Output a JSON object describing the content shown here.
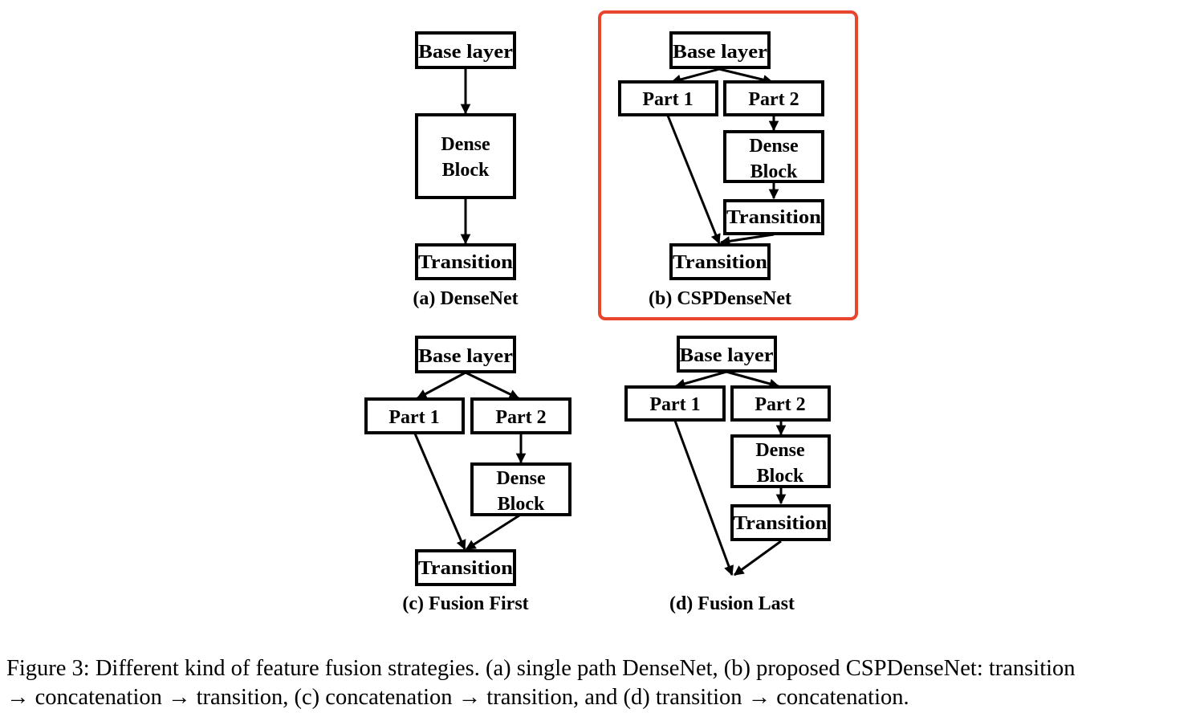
{
  "panels": {
    "a": {
      "base": "Base layer",
      "dense": [
        "Dense",
        "Block"
      ],
      "transition": "Transition",
      "label": "(a) DenseNet"
    },
    "b": {
      "base": "Base layer",
      "part1": "Part 1",
      "part2": "Part 2",
      "dense": [
        "Dense",
        "Block"
      ],
      "transition_inner": "Transition",
      "transition_out": "Transition",
      "label": "(b) CSPDenseNet",
      "highlight_color": "#e8452f"
    },
    "c": {
      "base": "Base layer",
      "part1": "Part 1",
      "part2": "Part 2",
      "dense": [
        "Dense",
        "Block"
      ],
      "transition_out": "Transition",
      "label": "(c) Fusion First"
    },
    "d": {
      "base": "Base layer",
      "part1": "Part 1",
      "part2": "Part 2",
      "dense": [
        "Dense",
        "Block"
      ],
      "transition_inner": "Transition",
      "label": "(d) Fusion Last"
    }
  },
  "caption": {
    "line1": "Figure 3: Different kind of feature fusion strategies. (a) single path DenseNet, (b) proposed CSPDenseNet: transition",
    "line2": "→ concatenation → transition, (c) concatenation → transition, and (d) transition → concatenation."
  }
}
